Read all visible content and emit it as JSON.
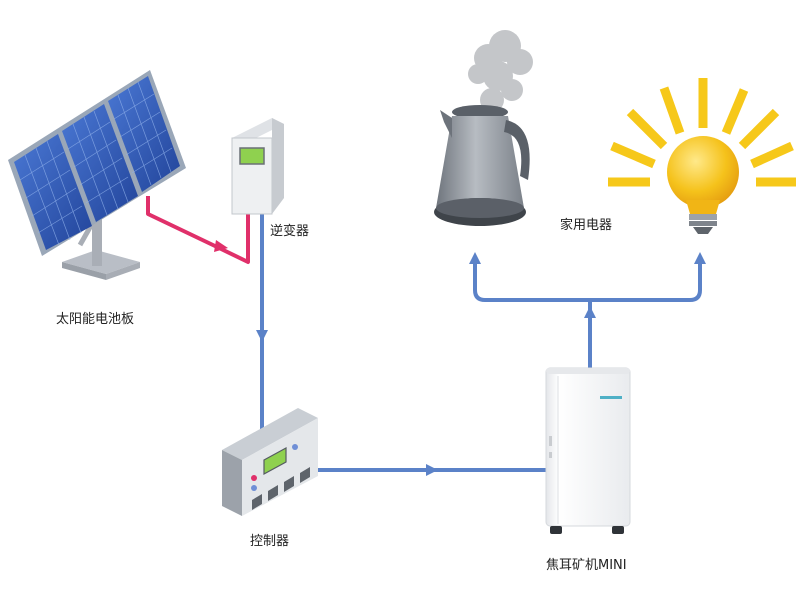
{
  "labels": {
    "solar_panel": "太阳能电池板",
    "inverter": "逆变器",
    "controller": "控制器",
    "appliances": "家用电器",
    "device": "焦耳矿机MINI"
  },
  "colors": {
    "wire_blue": "#5b82c8",
    "wire_red": "#e0306a",
    "panel_cell": "#2f58b8",
    "panel_frame": "#9aa7b8",
    "device_body": "#f4f5f7",
    "device_accent": "#4fb0c6",
    "bulb_yellow": "#f5c21b",
    "ray_yellow": "#f6c81a",
    "screen_green": "#8fd14f",
    "kettle_grey": "#8e949c",
    "steam_grey": "#c4c6c9"
  }
}
